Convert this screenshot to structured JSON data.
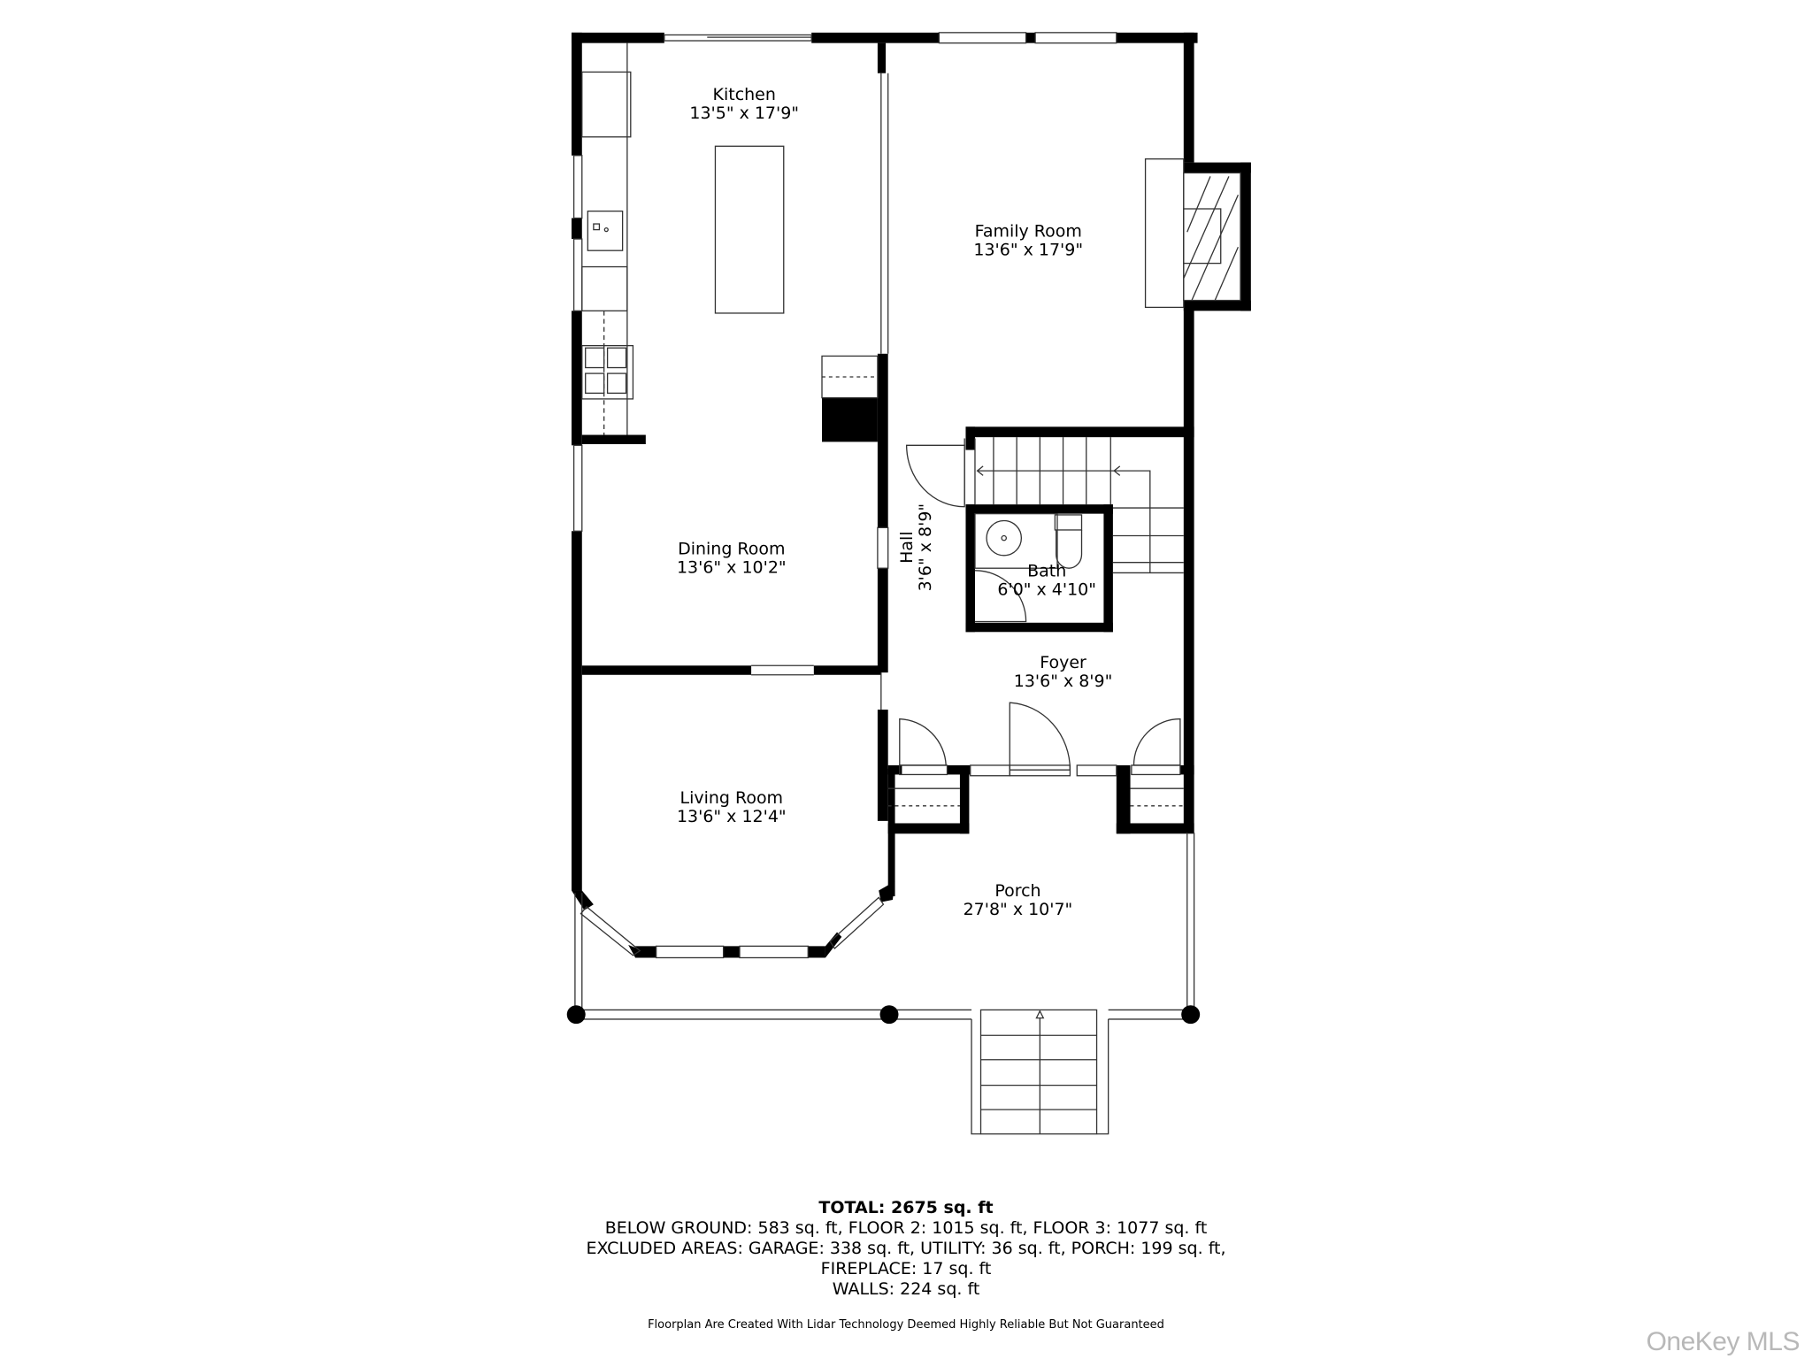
{
  "floorplan": {
    "rooms": [
      {
        "name": "Kitchen",
        "dims": "13'5\" x 17'9\""
      },
      {
        "name": "Family Room",
        "dims": "13'6\" x 17'9\""
      },
      {
        "name": "Dining Room",
        "dims": "13'6\" x 10'2\""
      },
      {
        "name": "Hall",
        "dims": "3'6\" x 8'9\""
      },
      {
        "name": "Bath",
        "dims": "6'0\" x 4'10\""
      },
      {
        "name": "Foyer",
        "dims": "13'6\" x 8'9\""
      },
      {
        "name": "Living Room",
        "dims": "13'6\" x 12'4\""
      },
      {
        "name": "Porch",
        "dims": "27'8\" x 10'7\""
      }
    ],
    "colors": {
      "wall": "#000000",
      "background": "#ffffff",
      "line": "#333333",
      "watermark": "#b8b8b8"
    }
  },
  "summary": {
    "total": "TOTAL: 2675 sq. ft",
    "line1": "BELOW GROUND: 583 sq. ft, FLOOR 2: 1015 sq. ft, FLOOR 3: 1077 sq. ft",
    "line2": "EXCLUDED AREAS: GARAGE: 338 sq. ft, UTILITY: 36 sq. ft, PORCH: 199 sq. ft,",
    "line3": "FIREPLACE: 17 sq. ft",
    "line4": "WALLS: 224 sq. ft"
  },
  "disclaimer": "Floorplan Are Created With Lidar Technology Deemed Highly Reliable But Not Guaranteed",
  "watermark": "OneKey MLS"
}
